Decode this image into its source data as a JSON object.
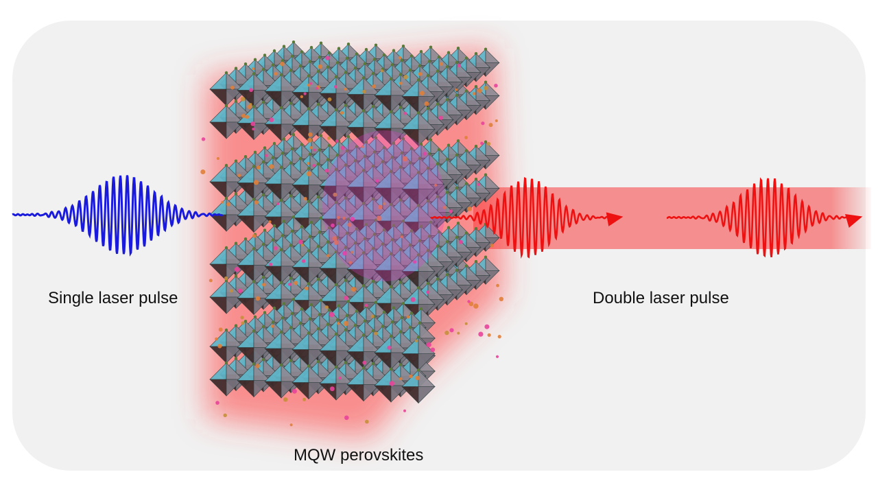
{
  "labels": {
    "single_pulse": "Single laser pulse",
    "double_pulse": "Double laser pulse",
    "material": "MQW perovskites"
  },
  "colors": {
    "panel_background": "#f1f1f1",
    "input_pulse": "#1a1adc",
    "output_pulse": "#ee1111",
    "beam": "#f58a8a",
    "glow": "#ff3030",
    "octahedron_light": "#5bbcd0",
    "octahedron_dark": "#3a2626",
    "atom_orange": "#e0803a",
    "atom_pink": "#e8449a",
    "atom_green": "#5a7a3a"
  },
  "icons": {
    "input_wave": "blue-gaussian-pulse",
    "output_waves": "red-gaussian-pulse-pair",
    "crystal": "perovskite-octahedra-lattice"
  }
}
